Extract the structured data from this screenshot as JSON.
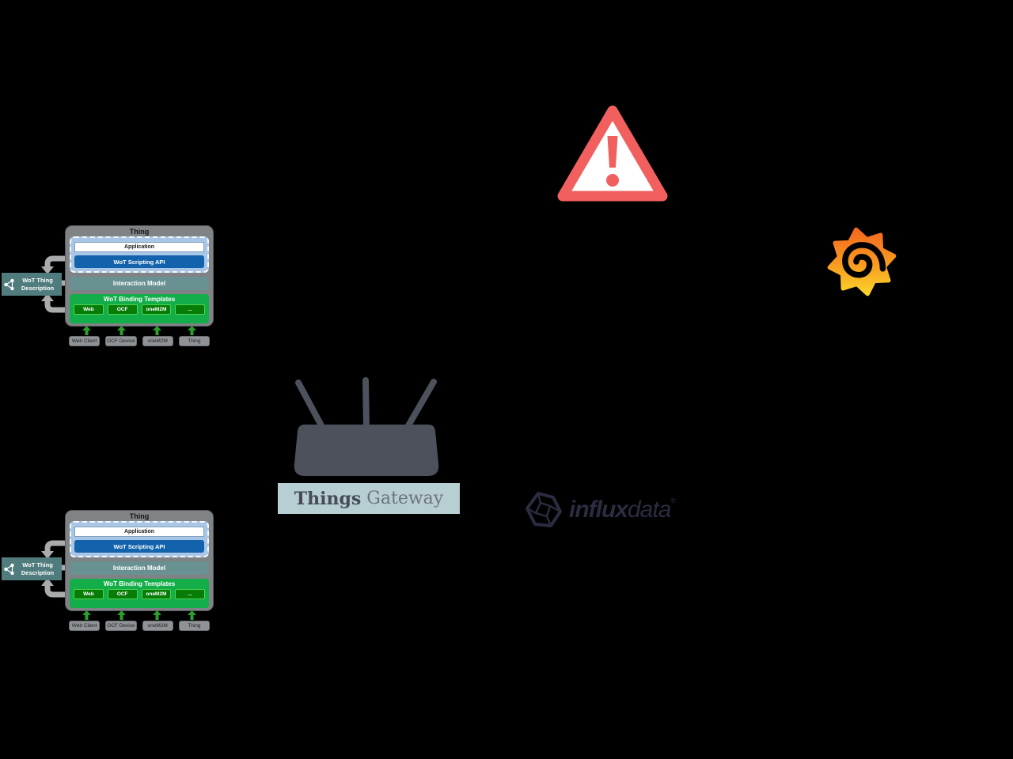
{
  "canvas": {
    "background": "#000000"
  },
  "thing_stack": {
    "title": "Thing",
    "application_label": "Application",
    "scripting_api_label": "WoT Scripting API",
    "interaction_model_label": "Interaction Model",
    "binding_templates_label": "WoT Binding Templates",
    "bindings": [
      "Web",
      "OCF",
      "oneM2M",
      "..."
    ],
    "devices": [
      "Web Client",
      "OCF Device",
      "oneM2M",
      "Thing"
    ],
    "description_label": "WoT Thing Description"
  },
  "gateway": {
    "name_bold": "Things",
    "name_regular": "Gateway"
  },
  "influxdata": {
    "brand_bold": "influx",
    "brand_light": "data",
    "registered_mark": "®"
  },
  "icons": {
    "warning": "warning-triangle-icon",
    "grafana": "grafana-logo-icon",
    "router": "router-icon",
    "influxdata": "influxdata-cube-icon",
    "description": "share-network-icon"
  },
  "colors": {
    "warning_red": "#f15f5f",
    "grafana_orange": "#f4681f",
    "grafana_yellow": "#fad32c",
    "influx_navy": "#2a2c40",
    "banner_teal": "#b7ced3",
    "router_slate": "#4c515b",
    "binding_green": "#13ad49",
    "binding_dark_green": "#077d07",
    "scripting_blue": "#1263ab",
    "application_light_blue": "#a9c6e6",
    "interaction_teal": "#6a9191",
    "description_teal": "#517c7d",
    "container_gray": "#7f8386",
    "arrow_gray": "#a9abac",
    "device_arrow_green": "#2ca02c"
  }
}
